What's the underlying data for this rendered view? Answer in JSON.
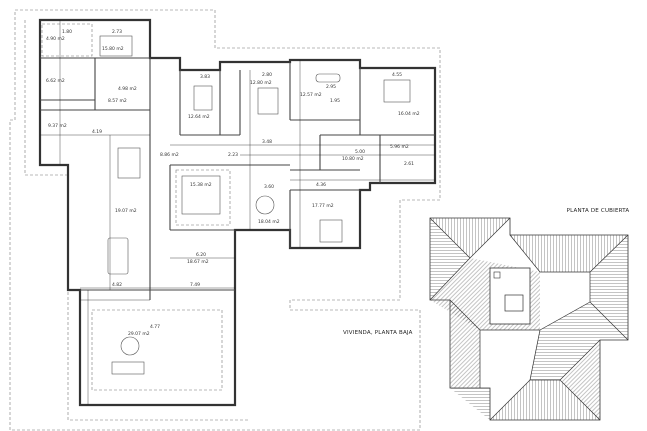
{
  "titles": {
    "floor_plan": "VIVIENDA, PLANTA BAJA",
    "roof_plan": "PLANTA DE CUBIERTA"
  },
  "rooms": [
    {
      "id": "bed1",
      "label": "15.80 m2"
    },
    {
      "id": "bath1",
      "label": "4.90 m2"
    },
    {
      "id": "dressing",
      "label": "6.62 m2"
    },
    {
      "id": "hall1",
      "label": "8.57 m2"
    },
    {
      "id": "corridor",
      "label": "9.37 m2"
    },
    {
      "id": "bed2",
      "label": "12.64 m2"
    },
    {
      "id": "bed3",
      "label": "12.80 m2"
    },
    {
      "id": "bath2",
      "label": "12.57 m2"
    },
    {
      "id": "bed4",
      "label": "16.04 m2"
    },
    {
      "id": "laundry",
      "label": "10.80 m2"
    },
    {
      "id": "patio",
      "label": "15.38 m2"
    },
    {
      "id": "living",
      "label": "18.67 m2"
    },
    {
      "id": "dining",
      "label": "19.07 m2"
    },
    {
      "id": "bed5",
      "label": "17.77 m2"
    },
    {
      "id": "kitchen",
      "label": "18.04 m2"
    },
    {
      "id": "porch",
      "label": "29.07 m2"
    },
    {
      "id": "store",
      "label": "4.98 m2"
    },
    {
      "id": "bath3",
      "label": "5.96 m2"
    },
    {
      "id": "office",
      "label": "8.86 m2"
    }
  ],
  "dims": [
    "2.73",
    "1.80",
    "4.19",
    "3.83",
    "2.80",
    "2.95",
    "4.55",
    "3.48",
    "5.00",
    "2.61",
    "4.36",
    "4.82",
    "7.49",
    "3.60",
    "4.77",
    "2.23",
    "6.20",
    "1.95"
  ]
}
